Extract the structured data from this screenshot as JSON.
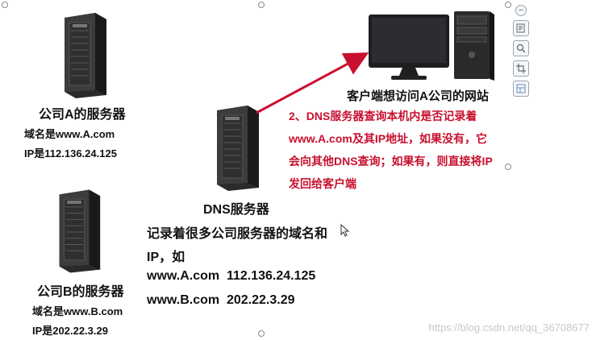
{
  "company_a": {
    "title": "公司A的服务器",
    "domain": "域名是www.A.com",
    "ip": "IP是112.136.24.125"
  },
  "company_b": {
    "title": "公司B的服务器",
    "domain": "域名是www.B.com",
    "ip": "IP是202.22.3.29"
  },
  "dns": {
    "title": "DNS服务器",
    "desc_line1": "记录着很多公司服务器的域名和",
    "desc_line2": "IP，如",
    "record1": "www.A.com  112.136.24.125",
    "record2": "www.B.com  202.22.3.29"
  },
  "client": {
    "label": "客户端想访问A公司的网站"
  },
  "step2": {
    "line1": "2、DNS服务器查询本机内是否记录着",
    "line2": "www.A.com及其IP地址，如果没有，它",
    "line3": "会向其他DNS查询；如果有，则直接将IP",
    "line4": "发回给客户端"
  },
  "watermark": "https://blog.csdn.net/qq_36708677",
  "colors": {
    "arrow": "#c8102e",
    "step_text": "#c8102e"
  },
  "toolbar": {
    "icons": [
      "collapse-icon",
      "edit-icon",
      "zoom-icon",
      "crop-icon",
      "layout-icon"
    ]
  }
}
